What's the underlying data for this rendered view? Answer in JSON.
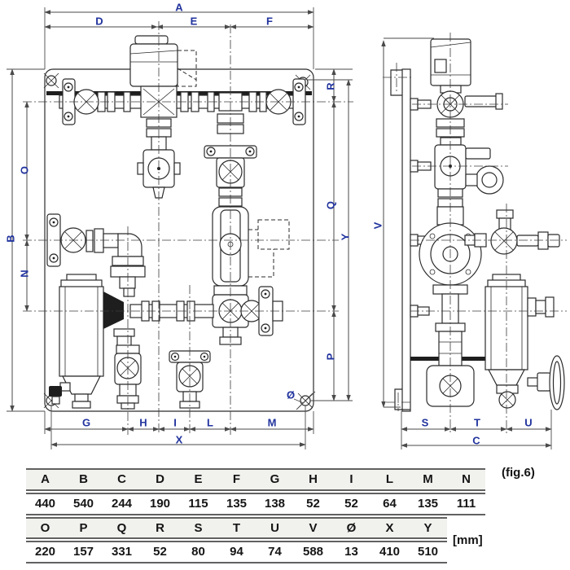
{
  "figure_label": "(fig.6)",
  "units_label": "[mm]",
  "dims": {
    "A": "A",
    "B": "B",
    "C": "C",
    "D": "D",
    "E": "E",
    "F": "F",
    "G": "G",
    "H": "H",
    "I": "I",
    "L": "L",
    "M": "M",
    "N": "N",
    "O": "O",
    "P": "P",
    "Q": "Q",
    "R": "R",
    "S": "S",
    "T": "T",
    "U": "U",
    "V": "V",
    "X": "X",
    "Y": "Y",
    "dia": "Ø"
  },
  "table": {
    "upper": {
      "headers": [
        "A",
        "B",
        "C",
        "D",
        "E",
        "F",
        "G",
        "H",
        "I",
        "L",
        "M",
        "N"
      ],
      "values": [
        "440",
        "540",
        "244",
        "190",
        "115",
        "135",
        "138",
        "52",
        "52",
        "64",
        "135",
        "111"
      ]
    },
    "lower": {
      "headers": [
        "O",
        "P",
        "Q",
        "R",
        "S",
        "T",
        "U",
        "V",
        "Ø",
        "X",
        "Y"
      ],
      "values": [
        "220",
        "157",
        "331",
        "52",
        "80",
        "94",
        "74",
        "588",
        "13",
        "410",
        "510"
      ]
    }
  },
  "colors": {
    "dimension_label": "#21339e",
    "drawing_line": "#2b2b2b",
    "table_border": "#616161",
    "table_header_bg": "#f1f1ee"
  }
}
